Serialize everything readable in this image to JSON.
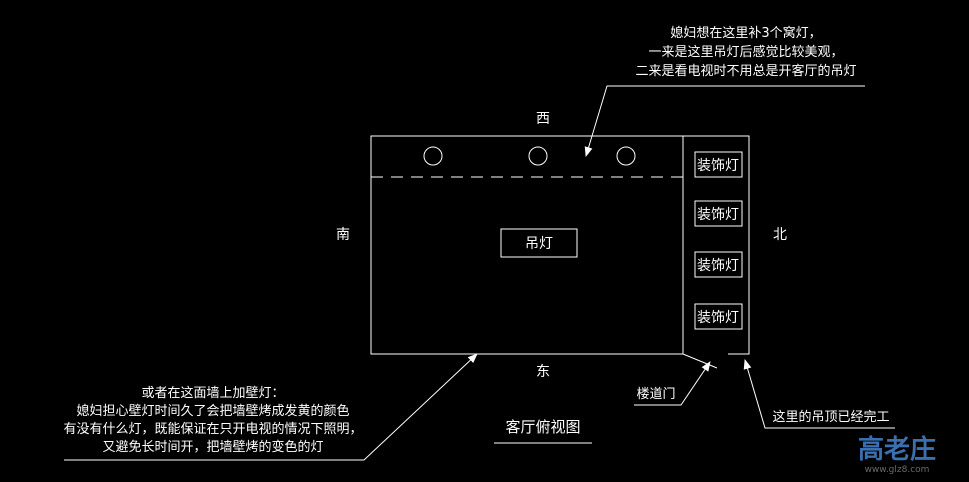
{
  "directions": {
    "west": "西",
    "east": "东",
    "south": "南",
    "north": "北"
  },
  "room": {
    "center_lamp": "吊灯",
    "deco_lamp": "装饰灯"
  },
  "notes": {
    "top": [
      "媳妇想在这里补3个窝灯，",
      "一来是这里吊灯后感觉比较美观，",
      "二来是看电视时不用总是开客厅的吊灯"
    ],
    "left": [
      "或者在这面墙上加壁灯：",
      "媳妇担心壁灯时间久了会把墙壁烤成发黄的颜色",
      "有没有什么灯，既能保证在只开电视的情况下照明，",
      "又避免长时间开，把墙壁烤的变色的灯"
    ],
    "stair_door": "楼道门",
    "ceiling_done": "这里的吊顶已经完工"
  },
  "title": "客厅俯视图",
  "watermark": {
    "text": "高老庄",
    "url": "www.glz8.com"
  }
}
